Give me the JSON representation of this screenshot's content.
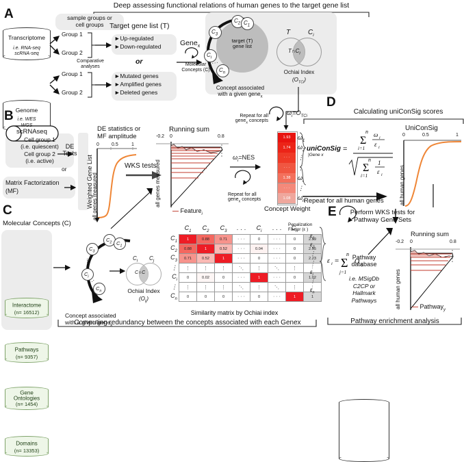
{
  "figure": {
    "title": "Deep assessing functional relations of human genes to the target gene list"
  },
  "panelA": {
    "letter": "A",
    "sample_groups_label": "sample groups or\ncell groups",
    "sources": [
      {
        "name": "Transcriptome",
        "detail1": "i.e. RNA-seq",
        "detail2": "scRNA-seq",
        "groups": [
          "Group 1",
          "Group 2"
        ],
        "outputs": [
          "Up-regulated",
          "Down-regulated"
        ]
      },
      {
        "name": "Genome",
        "detail1": "i.e.  WES",
        "detail2": "WGS",
        "groups": [
          "Group 1",
          "Group 2"
        ],
        "outputs": [
          "Mutated genes",
          "Amplified genes",
          "Deleted genes"
        ]
      }
    ],
    "comparative_label": "Comparative\nanalyses",
    "target_list_label": "Target gene list (T)",
    "or_label": "or",
    "gene_x_label": "Gene",
    "gene_x_sub": "x",
    "molecular_concepts_label": "Molecular\nConcepts (C)",
    "target_circle_label": "target (T)\ngene list",
    "concept_nodes": [
      "C",
      "C",
      "C",
      "C",
      "C"
    ],
    "concept_subs": [
      "2",
      "1",
      "3",
      "i",
      "n"
    ],
    "concept_caption": "Concept associated\nwith a given gene",
    "concept_caption_sub": "x",
    "venn_left": "T",
    "venn_right": "C",
    "venn_right_sub": "i",
    "venn_overlap": "T∩C",
    "venn_overlap_sub": "i",
    "ochiai_label": "Ochiai Index",
    "ochiai_symbol": "(O",
    "ochiai_symbol_sub": "TCi",
    "ochiai_symbol_end": ")"
  },
  "panelB": {
    "letter": "B",
    "data_source": "scRNAseq",
    "cell_groups": [
      "Cell group 1",
      "(i.e. quiescent)",
      "Cell group 2",
      "(i.e. active)"
    ],
    "de_tests_label": "DE\nTests",
    "or_label": "or",
    "matrix_factorization": [
      "Matrix Factorization",
      "(MF)"
    ],
    "weighted_gene_list": "Weighted Gene List",
    "de_plot": {
      "title": "DE statistics or\nMF amplitude",
      "xticks": [
        "0",
        "0.5",
        "1"
      ],
      "ylabel": "all genes measured",
      "curve_color": "#ef8636"
    },
    "wks_label": "WKS tests",
    "running_sum_plot": {
      "title": "Running sum",
      "xticks": [
        "-0.2",
        "0",
        "0.8"
      ],
      "ylabel": "all genes measured",
      "legend": "Feature",
      "legend_sub": "i",
      "legend_color": "#c0392b"
    },
    "nes_label": "ω",
    "nes_sub": "i",
    "nes_eq": "=NES",
    "repeat_label": "Repeat for all\ngene",
    "repeat_sub": "x",
    "repeat_tail": " concepts"
  },
  "panelC": {
    "letter": "C",
    "title": "Molecular Concepts (C)",
    "databases": [
      {
        "name": "Interactome",
        "count": "(n= 16512)"
      },
      {
        "name": "Pathways",
        "count": "(n= 9357)"
      },
      {
        "name": "Gene\nOntologies",
        "count": "(n= 1454)"
      },
      {
        "name": "Domains",
        "count": "(n= 13353)"
      }
    ],
    "concept_caption": "Concept associated\nwith a given gene",
    "concept_caption_sub": "x",
    "venn_left": "C",
    "venn_left_sub": "i",
    "venn_right": "C",
    "venn_right_sub": "j",
    "venn_overlap": "C∩C",
    "ochiai_label": "Ochiai Index",
    "ochiai_symbol": "(O",
    "ochiai_symbol_sub": "ij",
    "ochiai_symbol_end": ")",
    "matrix_caption": "Similarity matrix by Ochiai index",
    "bottom_caption": "Computing redundancy between the concepts associated with each Genex",
    "penalization_header": "Penalization\nFactor (ε )",
    "epsilon_formula_lhs": "ε",
    "epsilon_formula_sub": "i",
    "epsilon_formula_rhs": "= Σ O",
    "epsilon_formula_rhs_sub": "ij"
  },
  "panelD": {
    "letter": "D",
    "title": "Calculating uniConSig scores",
    "concept_weight_label": "Concept Weight",
    "weights": [
      {
        "value": "1.93",
        "label": "ω",
        "sub": "1",
        "color": "#e8130f"
      },
      {
        "value": "1.74",
        "label": "ω",
        "sub": "2",
        "color": "#ec2418"
      },
      {
        "value": "· · ·",
        "label": "⋮",
        "sub": "",
        "color": "#ef3a27"
      },
      {
        "value": "· · ·",
        "label": "⋮",
        "sub": "",
        "color": "#f05641"
      },
      {
        "value": "1.38",
        "label": "ω",
        "sub": "i",
        "color": "#f3705c"
      },
      {
        "value": "· · ·",
        "label": "⋮",
        "sub": "",
        "color": "#f4897a"
      },
      {
        "value": "1.08",
        "label": "ω",
        "sub": "n",
        "color": "#efa79d"
      }
    ],
    "formula_name": "uniConSig",
    "formula_sub": "|Gene x",
    "formula_eq": "=",
    "repeat_label": "Repeat for all human genes",
    "uniconsig_plot": {
      "title": "UniConSig",
      "xticks": [
        "0",
        "0.5",
        "1"
      ],
      "ylabel": "all human genes",
      "curve_color": "#ef8636"
    }
  },
  "panelE": {
    "letter": "E",
    "title": "Perform WKS tests for\nPathway Gene Sets",
    "database_name": "Pathway\ndatabase",
    "database_detail": "i.e. MSigDb\nC2CP or\nHallmark\nPathways",
    "running_sum_plot": {
      "title": "Running sum",
      "xticks": [
        "-0.2",
        "0",
        "0.8"
      ],
      "ylabel": "all human genes",
      "legend": "Pathway",
      "legend_sub": "y",
      "legend_color": "#c0392b"
    },
    "bottom_caption": "Pathway enrichment analysis"
  },
  "matrix": {
    "col_headers": [
      "C",
      "C",
      "C",
      "· · ·",
      "C",
      "· · ·",
      "C"
    ],
    "col_subs": [
      "1",
      "2",
      "3",
      "",
      "i",
      "",
      "n"
    ],
    "row_headers": [
      "C",
      "C",
      "C",
      "⋮",
      "C",
      "⋮",
      "C"
    ],
    "row_subs": [
      "1",
      "2",
      "3",
      "",
      "i",
      "",
      "n"
    ],
    "rows": [
      [
        "1",
        "0.88",
        "0.71",
        "· · ·",
        "0",
        "· · ·",
        "0"
      ],
      [
        "0.88",
        "1",
        "0.52",
        "· · ·",
        "0.04",
        "· · ·",
        "0"
      ],
      [
        "0.71",
        "0.52",
        "1",
        "· · ·",
        "0",
        "· · ·",
        "0"
      ],
      [
        "⋮",
        "⋮",
        "⋮",
        "⋱",
        "⋮",
        "⋱",
        "⋮"
      ],
      [
        "0",
        "0.02",
        "0",
        "· · ·",
        "1",
        "· · ·",
        "0"
      ],
      [
        "⋮",
        "⋮",
        "⋮",
        "⋱",
        "⋮",
        "⋱",
        "⋮"
      ],
      [
        "0",
        "0",
        "0",
        "· · ·",
        "0",
        "· · ·",
        "1"
      ]
    ],
    "penalization": [
      "2.59",
      "2.55",
      "2.23",
      "⋮",
      "1.02",
      "⋮",
      "1"
    ],
    "epsilon_labels": [
      "ε",
      "ε",
      "⋮",
      "⋮",
      "ε",
      "⋮",
      "ε"
    ],
    "epsilon_subs": [
      "1",
      "2",
      "",
      "",
      "i",
      "",
      "n"
    ]
  },
  "colors": {
    "accent_orange": "#ef8636",
    "accent_red": "#c0392b",
    "matrix_red": "#ee1c25",
    "green_db": "#eef6e8",
    "grey_blob": "#ececec"
  }
}
